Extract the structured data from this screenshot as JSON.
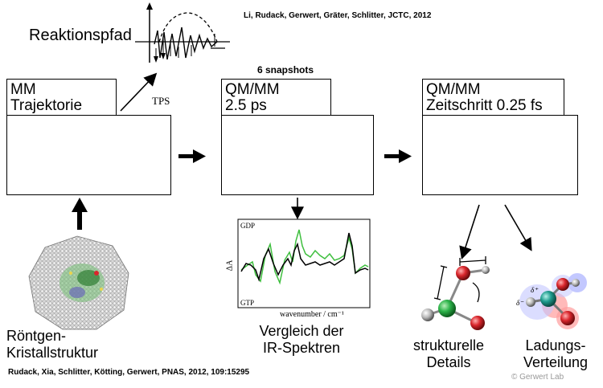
{
  "refs": {
    "top": "Li, Rudack, Gerwert, Gräter, Schlitter, JCTC, 2012",
    "bottom": "Rudack, Xia, Schlitter, Kötting, Gerwert, PNAS, 2012, 109:15295"
  },
  "reaction_path": {
    "label": "Reaktionspfad"
  },
  "tps_label": "TPS",
  "snapshots_label": "6 snapshots",
  "boxes": [
    {
      "line1": "MM",
      "line2": "Trajektorie"
    },
    {
      "line1": "QM/MM",
      "line2": "2.5 ps"
    },
    {
      "line1": "QM/MM",
      "line2": "Zeitschritt 0.25 fs"
    }
  ],
  "captions": {
    "crystal_line1": "Röntgen-",
    "crystal_line2": "Kristallstruktur",
    "ir_line1": "Vergleich der",
    "ir_line2": "IR-Spektren",
    "struct_line1": "strukturelle",
    "struct_line2": "Details",
    "charge_line1": "Ladungs-",
    "charge_line2": "Verteilung"
  },
  "ir_spectrum": {
    "top_label": "GDP",
    "bottom_label": "GTP",
    "y_label": "ΔA",
    "x_label": "wavenumber / cm⁻¹"
  },
  "copyright": "© Gerwert Lab",
  "colors": {
    "green": "#2db34a",
    "red": "#d9262c",
    "blue": "#2a3aa6",
    "gray": "#b8b8b8"
  }
}
